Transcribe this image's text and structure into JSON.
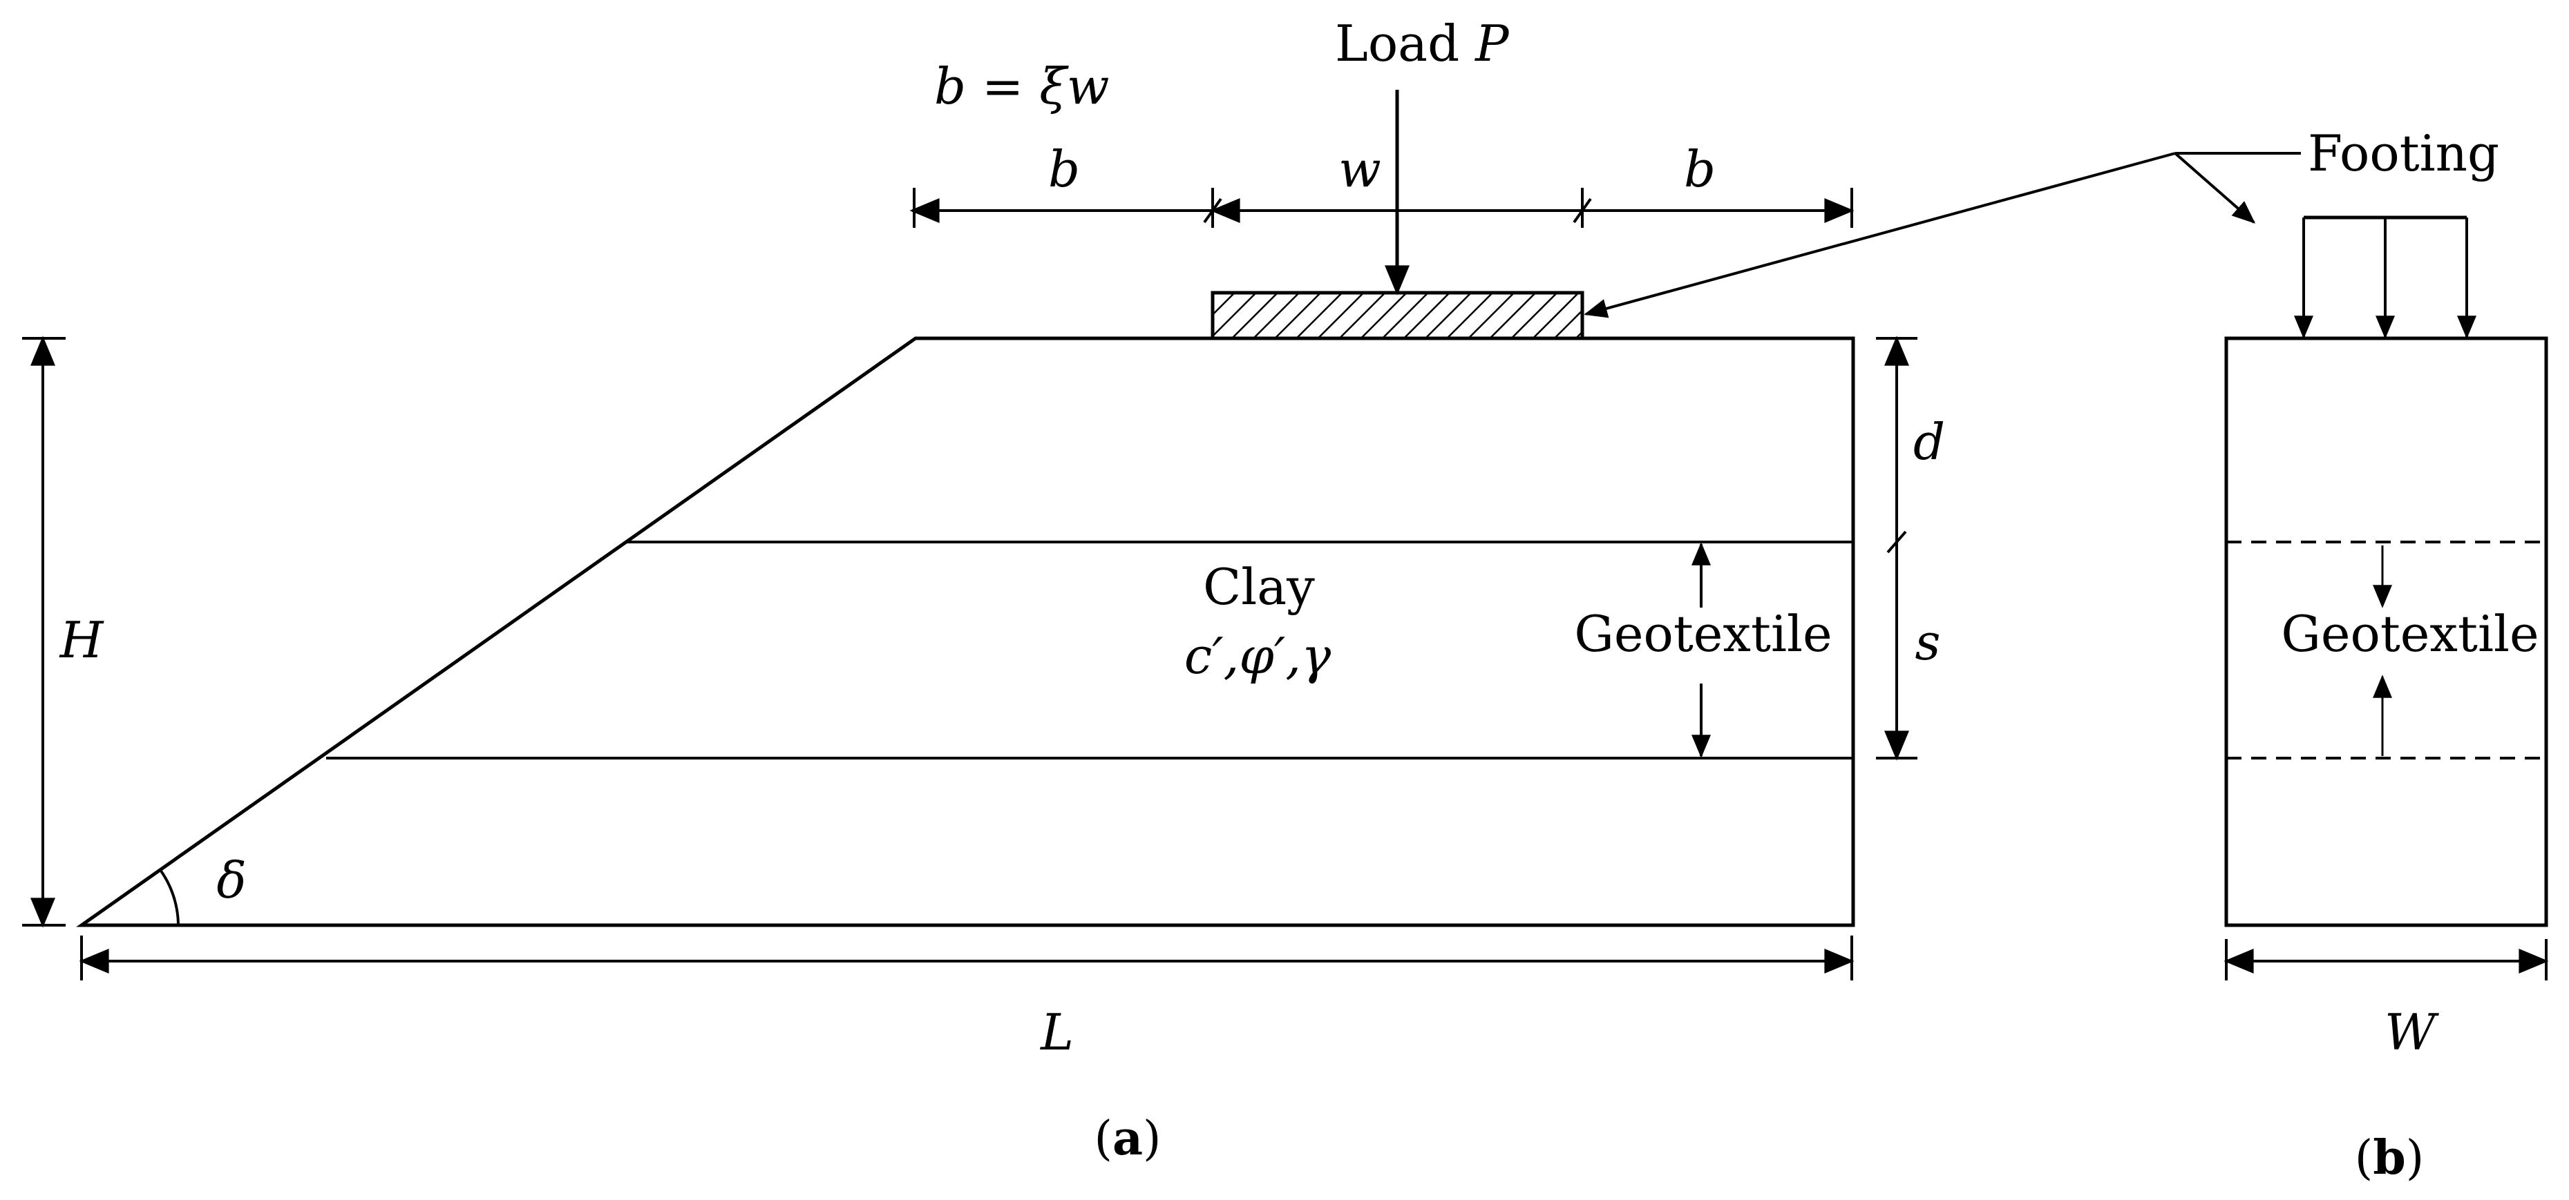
{
  "figure": {
    "panel_a": {
      "caption_open": "(",
      "caption_letter": "a",
      "caption_close": ")",
      "load_word": "Load ",
      "load_symbol": "P",
      "relation_lhs": "b",
      "relation_eq": " = ",
      "relation_rhs": "ξw",
      "dim_b_left": "b",
      "dim_w": "w",
      "dim_b_right": "b",
      "dim_height": "H",
      "dim_depth": "d",
      "dim_spacing": "s",
      "dim_length": "L",
      "slope_angle": "δ",
      "soil_name": "Clay",
      "soil_params": "c′,φ′,γ",
      "reinforcement": "Geotextile"
    },
    "panel_b": {
      "caption_open": "(",
      "caption_letter": "b",
      "caption_close": ")",
      "footing_label": "Footing",
      "reinforcement": "Geotextile",
      "dim_width": "W"
    },
    "colors": {
      "stroke": "#000000",
      "background": "#ffffff"
    }
  }
}
